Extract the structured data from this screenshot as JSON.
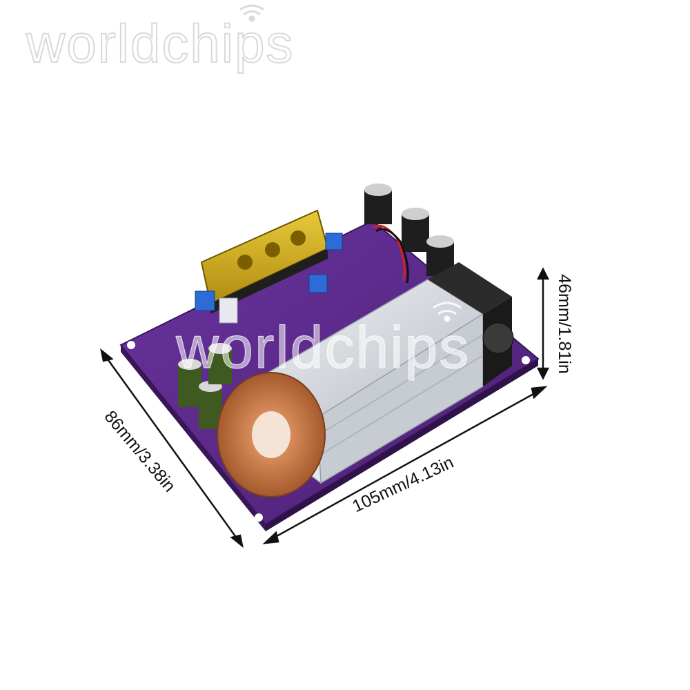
{
  "watermark": {
    "text": "worldchips",
    "color": "#d9d9d9"
  },
  "product": {
    "board_color": "#5b2a86",
    "heatsink_color": "#d8dbe0",
    "coil_color": "#c8794a",
    "fan_color": "#2b2b2b",
    "terminal_color": "#d6b21a",
    "capacitor_color": "#1e1e1e"
  },
  "dimensions": {
    "width_label": "105mm/4.13in",
    "depth_label": "86mm/3.38in",
    "height_label": "46mm/1.81in"
  }
}
